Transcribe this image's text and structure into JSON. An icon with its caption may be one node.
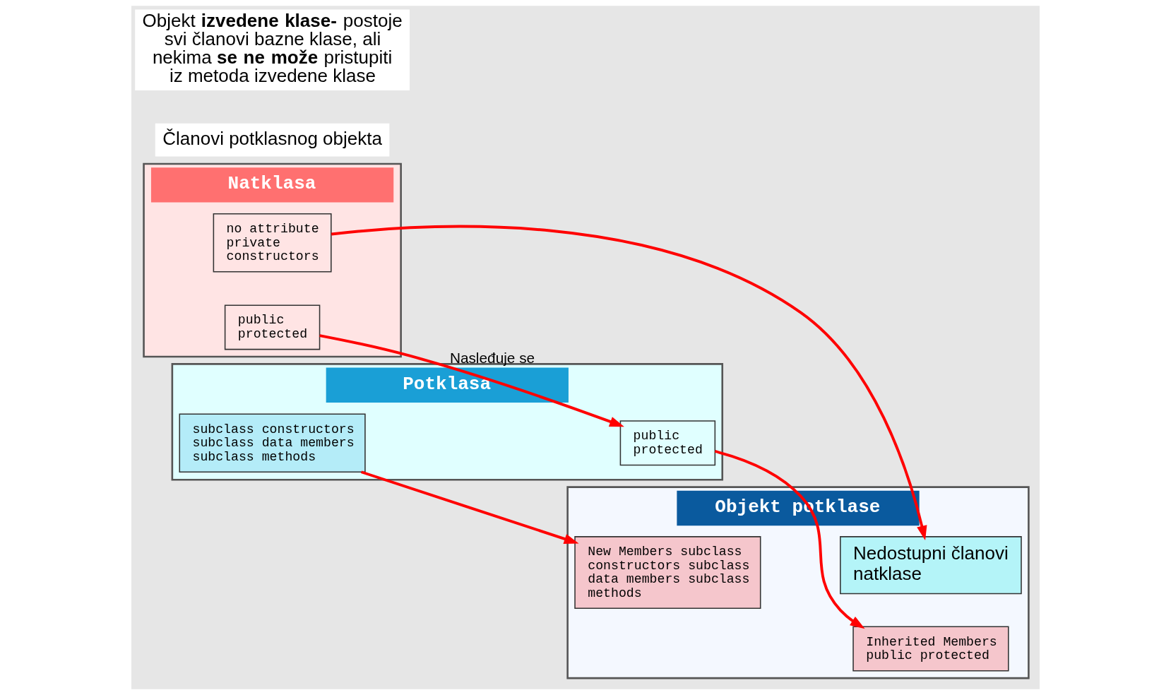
{
  "diagram": {
    "nodes": [
      {
        "text": [
          "Natklasa"
        ]
      },
      {
        "text": [
          "public protected"
        ],
        "in": 0
      },
      {
        "text": [
          "no attribute private constructors"
        ],
        "in": 0
      },
      {
        "text": [
          "Potklasa"
        ]
      },
      {
        "text": [
          "public protected"
        ],
        "in": 3
      },
      {
        "text": [
          "subclass constructors subclass data members subclass methods"
        ],
        "in": 3
      },
      {
        "text": [
          "Objekt potklase"
        ]
      },
      {
        "text": [
          "Inherited Members public protected"
        ],
        "in": 6
      },
      {
        "text": [
          "Nedostupni članovi natklase"
        ],
        "in": 6
      },
      {
        "text": [
          "New Members subclass constructors subclass data members subclass methods"
        ],
        "in": 6
      }
    ],
    "edges": [
      {
        "from": 1,
        "to": 4,
        "arrow": "to",
        "label": "Nasleđuje se"
      },
      {
        "from": 4,
        "to": 7,
        "arrow": "to"
      },
      {
        "from": 2,
        "to": 8,
        "arrow": "to"
      },
      {
        "from": 5,
        "to": 9,
        "arrow": "to"
      }
    ],
    "labels": [
      "Članovi potklasnog objekta",
      "Objekt **izvedene klase-** postoje svi članovi bazne klase, ali nekima **se ne može** pristupiti iz metoda izvedene klase"
    ]
  }
}
